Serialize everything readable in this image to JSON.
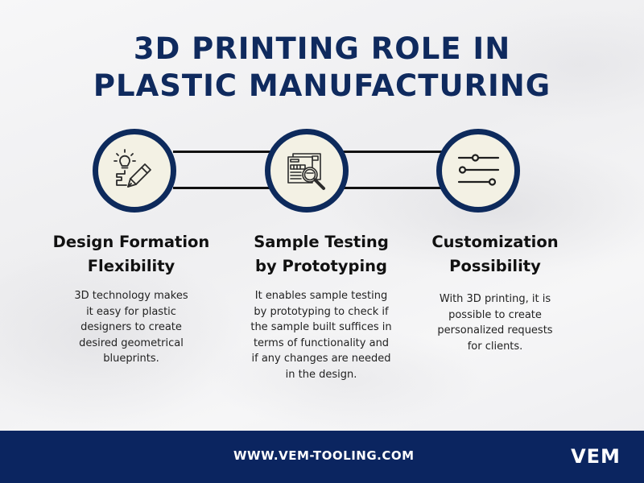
{
  "title": {
    "line1": "3D PRINTING ROLE IN",
    "line2": "PLASTIC MANUFACTURING"
  },
  "colors": {
    "navy": "#0d2a5c",
    "circle_fill": "#f3f1e4",
    "footer_bg": "#0b2560",
    "text": "#111111"
  },
  "features": [
    {
      "icon": "lightbulb-pencil-icon",
      "heading_line1": "Design Formation",
      "heading_line2": "Flexibility",
      "body": "3D technology makes it easy for plastic designers to create desired geometrical blueprints."
    },
    {
      "icon": "document-magnifier-icon",
      "heading_line1": "Sample Testing",
      "heading_line2": "by Prototyping",
      "body": "It enables sample testing by prototyping to check if the sample built suffices in terms of functionality and if any changes are needed in the design."
    },
    {
      "icon": "sliders-icon",
      "heading_line1": "Customization",
      "heading_line2": "Possibility",
      "body": "With 3D printing, it is possible to create personalized requests for clients."
    }
  ],
  "footer": {
    "url": "WWW.VEM-TOOLING.COM",
    "logo_text": "VEM"
  }
}
